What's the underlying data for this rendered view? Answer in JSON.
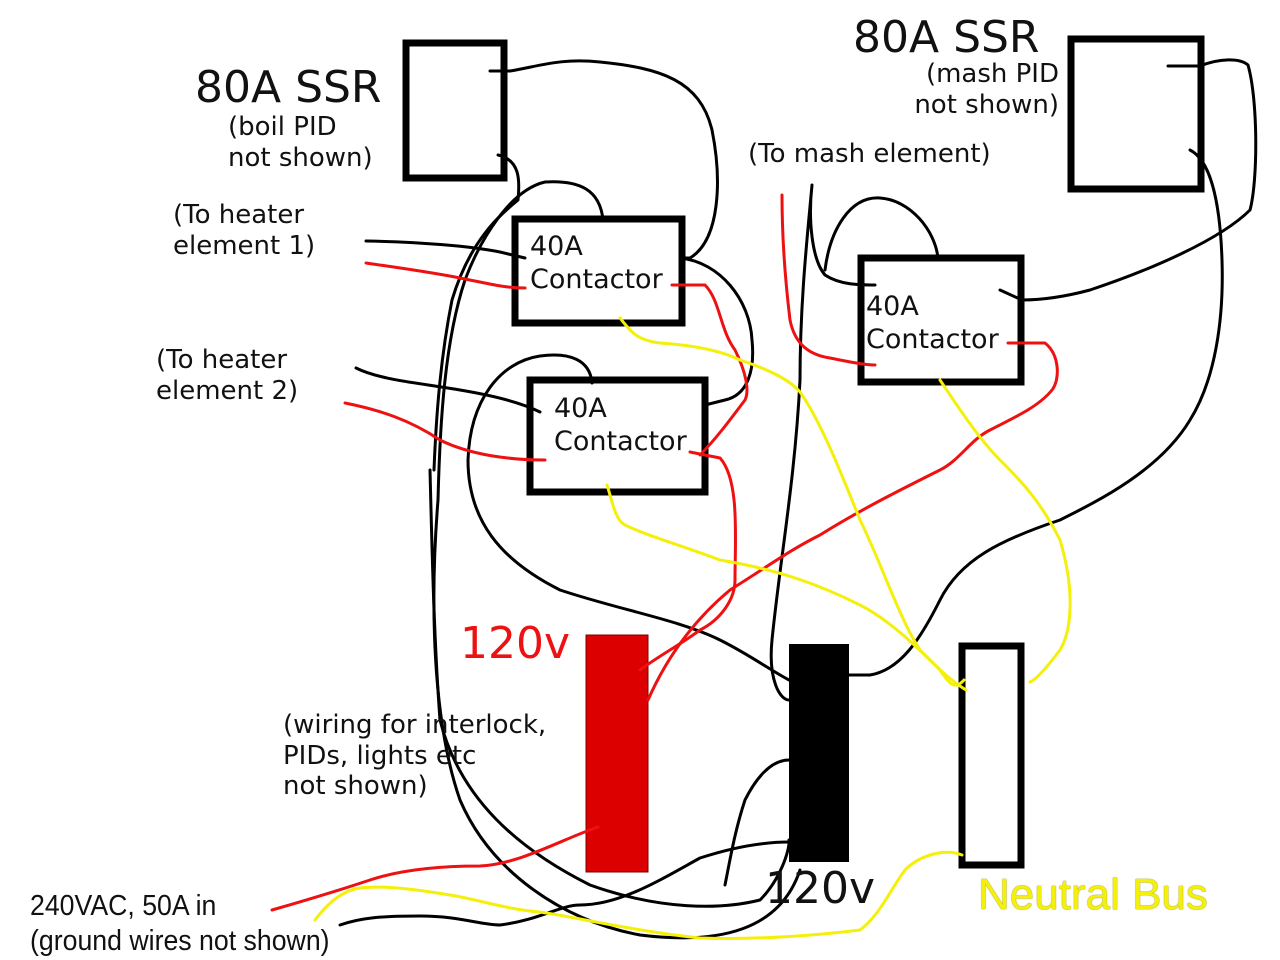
{
  "title": "Brew panel wiring diagram (2 boil contactors + 1 mash contactor)",
  "ssr_boil": {
    "title": "80A SSR",
    "note": "(boil PID\nnot shown)"
  },
  "ssr_mash": {
    "title": "80A SSR",
    "note": "(mash PID\nnot shown)"
  },
  "contactor_1": {
    "label": "40A\nContactor"
  },
  "contactor_2": {
    "label": "40A\nContactor"
  },
  "contactor_mash": {
    "label": "40A\nContactor"
  },
  "heater_1_label": "(To heater\nelement 1)",
  "heater_2_label": "(To heater\nelement 2)",
  "mash_element_label": "(To mash element)",
  "bus_red": {
    "label": "120v",
    "color": "#dd0000"
  },
  "bus_black": {
    "label": "120v",
    "color": "#000000"
  },
  "bus_neutral": {
    "label": "Neutral Bus",
    "color": "#f4f00a"
  },
  "wiring_note": "(wiring for interlock,\nPIDs, lights etc\nnot shown)",
  "input_note": "240VAC, 50A in\n(ground wires not shown)",
  "wire_colors": {
    "hot_red": "#ee1111",
    "hot_black": "#000000",
    "neutral": "#f4f00a"
  }
}
